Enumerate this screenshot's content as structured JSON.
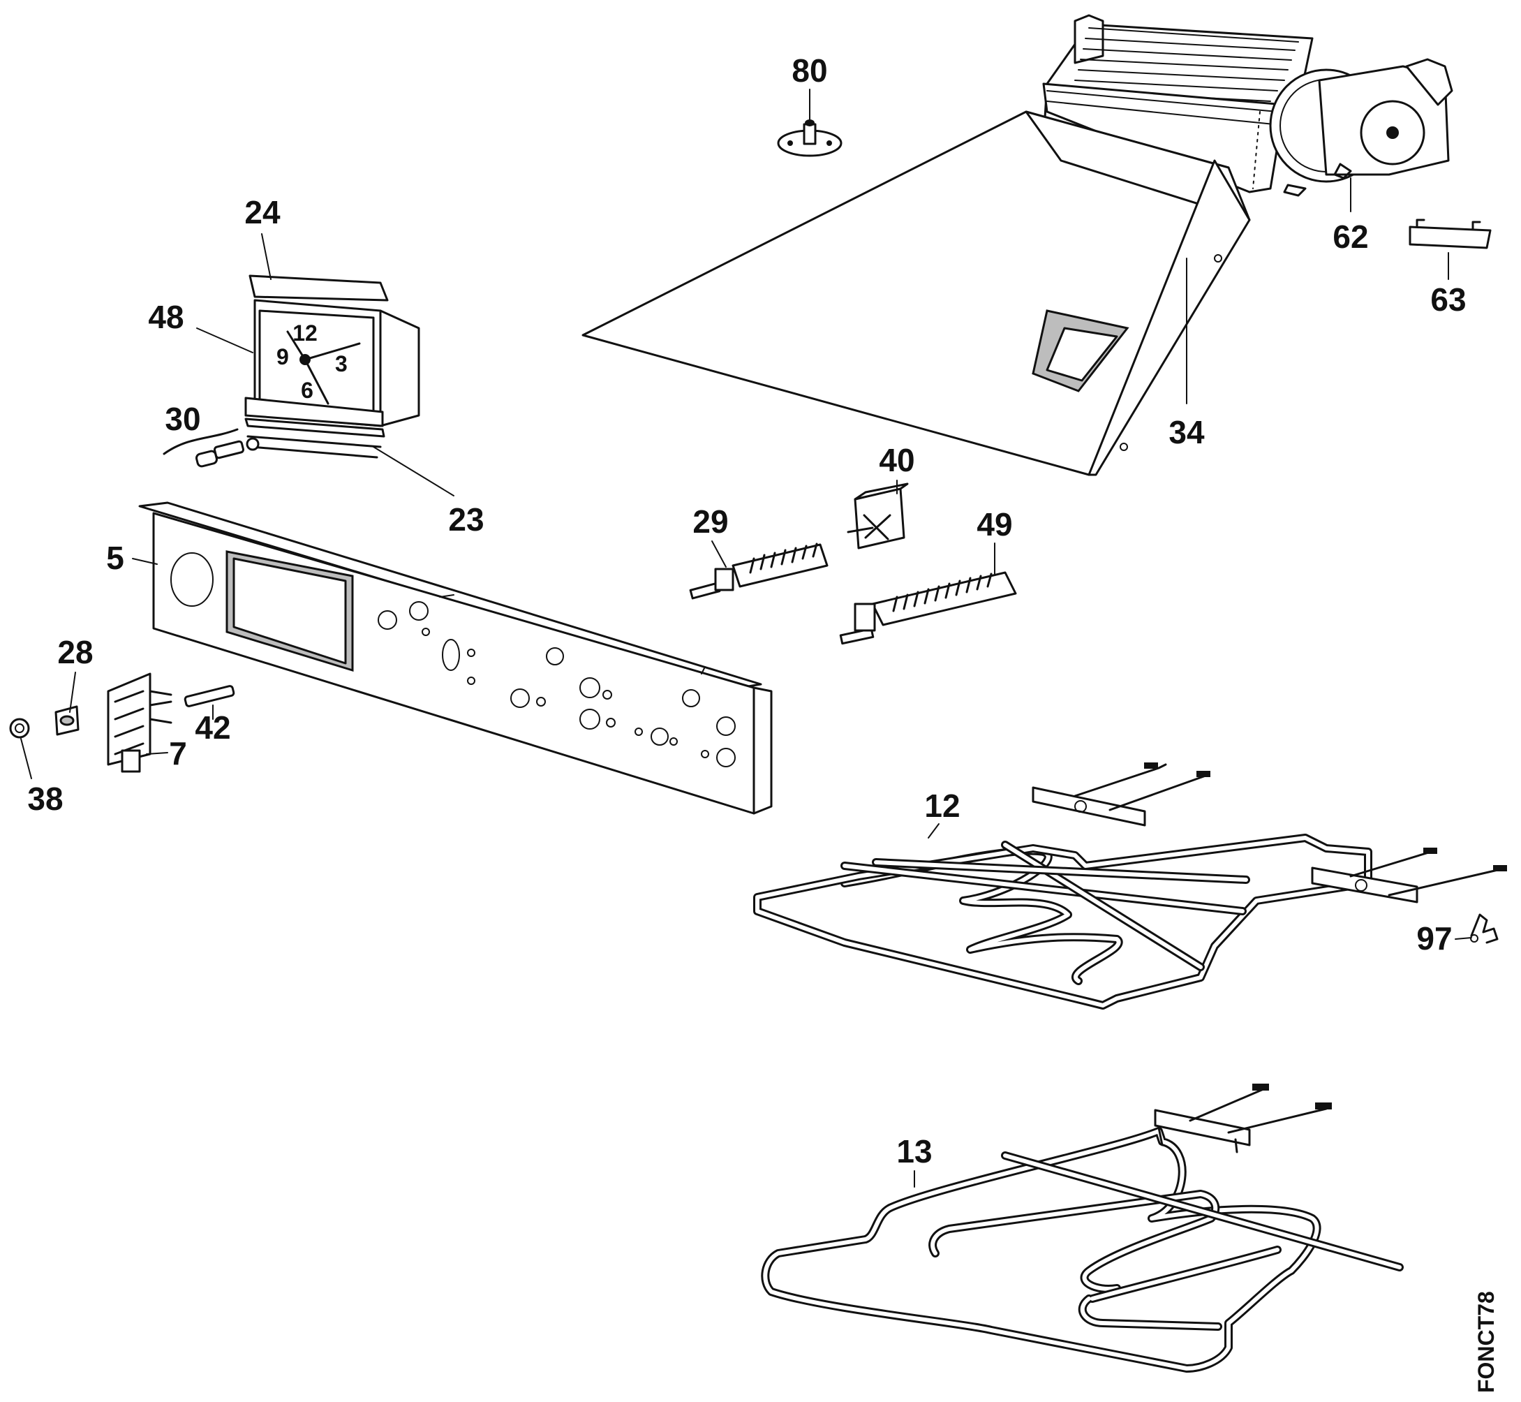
{
  "diagram": {
    "drawing_code": "FONCT78",
    "parts": [
      {
        "id": "p80",
        "label": "80",
        "depicts": "fan-hub"
      },
      {
        "id": "p62",
        "label": "62",
        "depicts": "fan-motor"
      },
      {
        "id": "p63",
        "label": "63",
        "depicts": "bracket"
      },
      {
        "id": "p24",
        "label": "24",
        "depicts": "clock-frame"
      },
      {
        "id": "p48",
        "label": "48",
        "depicts": "clock-timer"
      },
      {
        "id": "p30",
        "label": "30",
        "depicts": "push-rod"
      },
      {
        "id": "p23",
        "label": "23",
        "depicts": "clock-support"
      },
      {
        "id": "p34",
        "label": "34",
        "depicts": "cover-plate"
      },
      {
        "id": "p40",
        "label": "40",
        "depicts": "selector-switch"
      },
      {
        "id": "p29",
        "label": "29",
        "depicts": "switch"
      },
      {
        "id": "p49",
        "label": "49",
        "depicts": "switch"
      },
      {
        "id": "p5",
        "label": "5",
        "depicts": "control-panel"
      },
      {
        "id": "p28",
        "label": "28",
        "depicts": "lamp-cover"
      },
      {
        "id": "p42",
        "label": "42",
        "depicts": "connector"
      },
      {
        "id": "p7",
        "label": "7",
        "depicts": "terminal-block"
      },
      {
        "id": "p38",
        "label": "38",
        "depicts": "indicator-lamp"
      },
      {
        "id": "p12",
        "label": "12",
        "depicts": "grill-element"
      },
      {
        "id": "p97",
        "label": "97",
        "depicts": "clip"
      },
      {
        "id": "p13",
        "label": "13",
        "depicts": "heating-element"
      }
    ]
  }
}
